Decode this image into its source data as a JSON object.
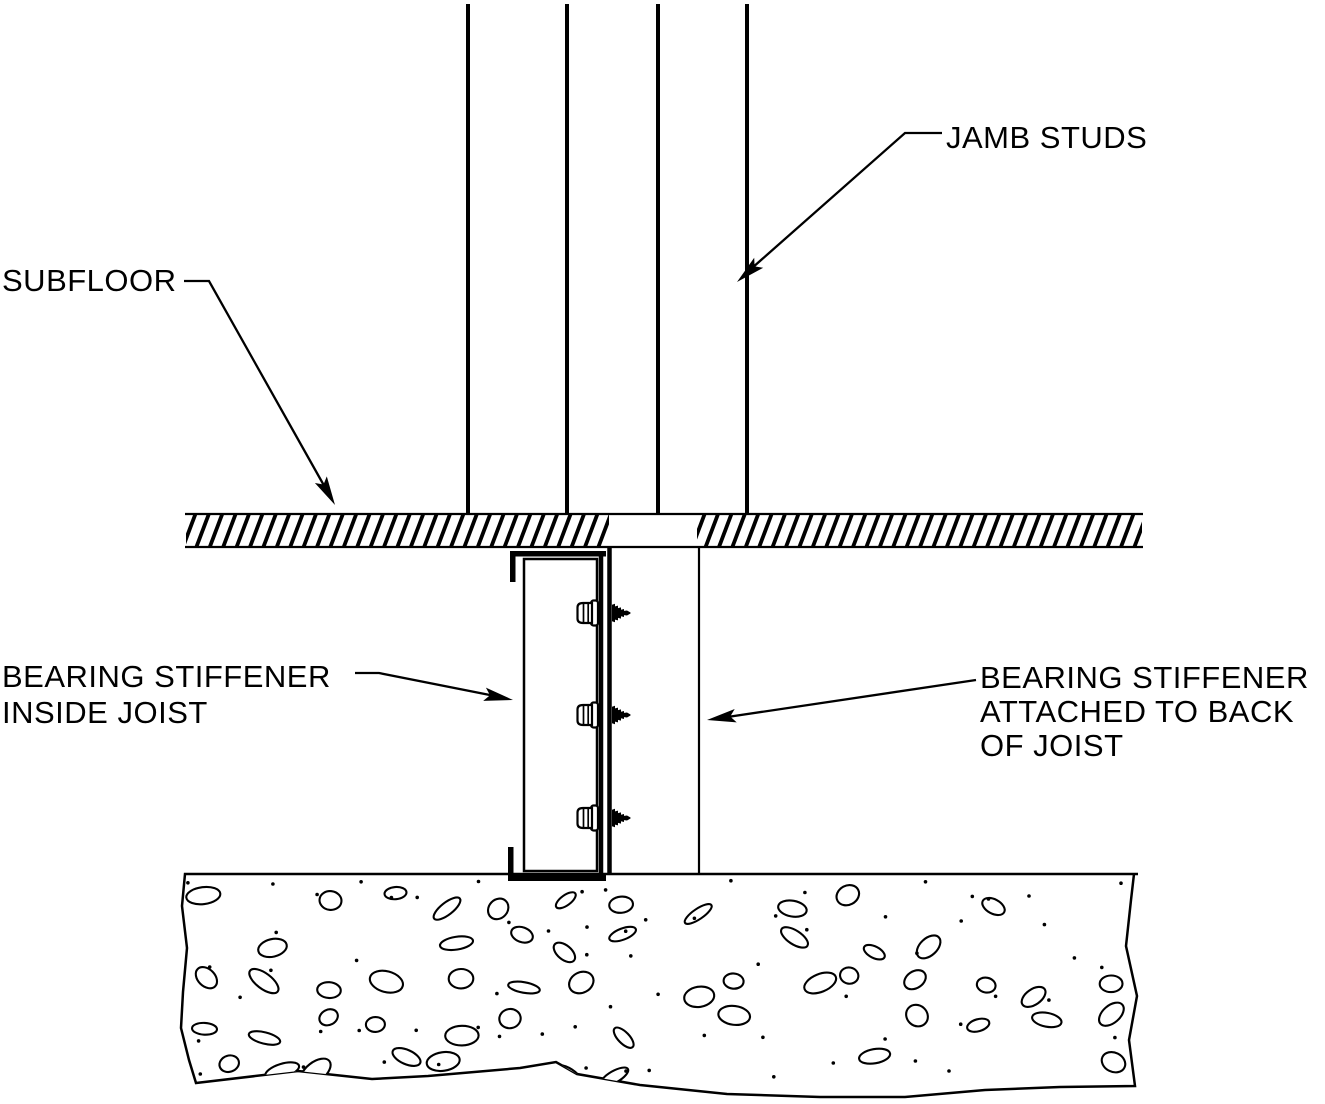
{
  "figure": {
    "kind": "construction-detail-drawing",
    "background_color": "#ffffff",
    "line_color": "#000000",
    "labels": {
      "jamb_studs": "JAMB STUDS",
      "subfloor": "SUBFLOOR",
      "bearing_stiffener_inside": {
        "line1": "BEARING STIFFENER",
        "line2": "INSIDE JOIST"
      },
      "bearing_stiffener_back": {
        "line1": "BEARING STIFFENER",
        "line2": "ATTACHED TO BACK",
        "line3": "OF JOIST"
      }
    },
    "counts": {
      "jamb_stud_lines": 4,
      "screws": 3,
      "leader_arrows": 4
    }
  }
}
